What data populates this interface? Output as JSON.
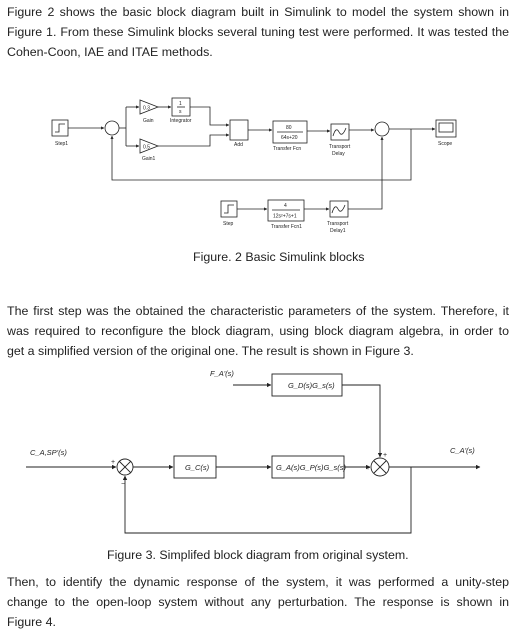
{
  "paragraphs": {
    "p1": [
      "Figure 2 shows the basic block diagram built in Simulink to model the system shown in",
      "Figure 1. From these Simulink blocks several tuning test were performed. It was tested the",
      "Cohen-Coon, IAE and ITAE methods."
    ],
    "p2": [
      "The first step was the obtained the characteristic parameters of the system. Therefore, it",
      "was required to reconfigure the block diagram, using block diagram algebra, in order to",
      "get a simplified version of the original one. The result is shown in Figure 3."
    ],
    "p3": [
      "Then, to identify the dynamic response of the system, it was performed a unity-step",
      "change to the open-loop system without any perturbation. The response is shown in",
      "Figure 4."
    ]
  },
  "figure2": {
    "caption": "Figure. 2 Basic Simulink blocks",
    "blocks": {
      "gain_value": "0.3",
      "gain_label": "Gain",
      "integrator_label": "Integrator",
      "integrator_num": "1",
      "integrator_den": "s",
      "gain1_value": "0.5",
      "gain1_label": "Gain1",
      "step1_label": "Step1",
      "add_label": "Add",
      "tf_num": "80",
      "tf_den": "64s+20",
      "tf_label": "Transfer Fcn",
      "delay_label_1": "Transport",
      "delay_label_2": "Delay",
      "scope_label": "Scope",
      "step_label": "Step",
      "tf1_num": "4",
      "tf1_den": "12s²+7s+1",
      "tf1_label": "Transfer Fcn1",
      "delay1_label_1": "Transport",
      "delay1_label_2": "Delay1"
    }
  },
  "figure3": {
    "caption": "Figure 3. Simplifed block diagram from original system.",
    "disturbance_label": "F_A'(s)",
    "setpoint_label": "C_A,SP'(s)",
    "output_label": "C_A'(s)",
    "gc_block": "G_C(s)",
    "forward_block": "G_A(s)G_P(s)G_s(s)",
    "disturbance_block": "G_D(s)G_s(s)"
  }
}
